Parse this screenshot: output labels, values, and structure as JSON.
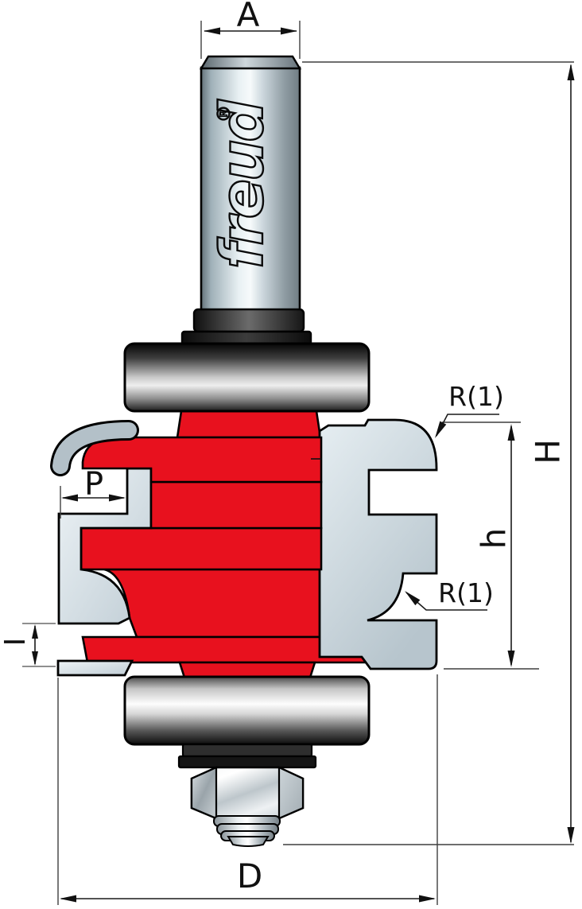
{
  "diagram": {
    "title_hidden": "",
    "brand": {
      "name": "freud",
      "registered": "®"
    },
    "labels": {
      "shank_diameter": "A",
      "overall_diameter": "D",
      "overall_height": "H",
      "cutter_height": "h",
      "profile_depth": "P",
      "slot_height": "I",
      "radius_top": "R(1)",
      "radius_bottom": "R(1)"
    },
    "colors": {
      "body_red": "#e8111e",
      "carbide_steel": "#c9d6dd",
      "outline": "#000000"
    }
  }
}
